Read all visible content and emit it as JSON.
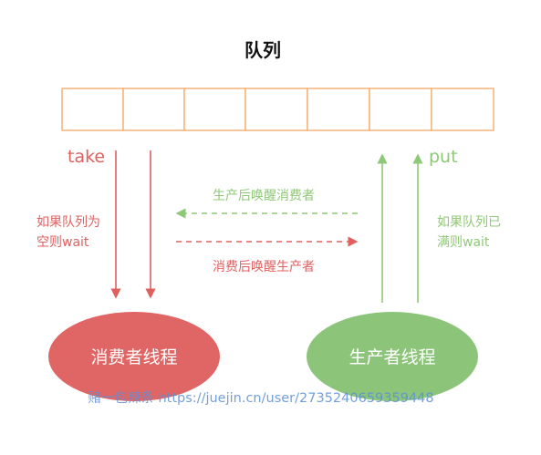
{
  "title": "队列",
  "queue": {
    "slot_count": 7,
    "border_color": "#f5b27a"
  },
  "consumer_side": {
    "op_label": "take",
    "condition_line1": "如果队列为",
    "condition_line2": "空则wait",
    "thread_label": "消费者线程",
    "color": "#e06060",
    "fill": "#e06565"
  },
  "producer_side": {
    "op_label": "put",
    "condition_line1": "如果队列已",
    "condition_line2": "满则wait",
    "thread_label": "生产者线程",
    "color": "#8fc877",
    "fill": "#8cc57a"
  },
  "notify": {
    "producer_wakes_consumer": "生产后唤醒消费者",
    "consumer_wakes_producer": "消费后唤醒生产者"
  },
  "watermark": "赌一包辣条 https://juejin.cn/user/2735240659359448"
}
